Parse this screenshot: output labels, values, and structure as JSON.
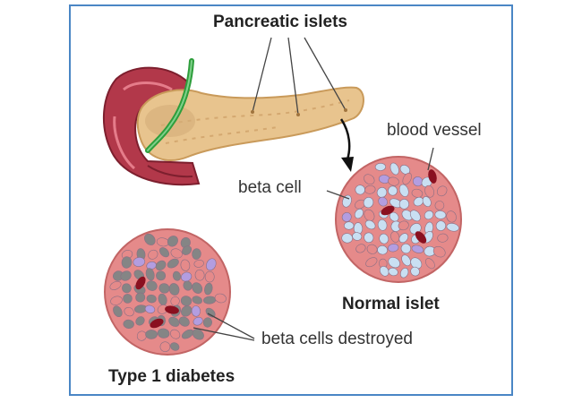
{
  "labels": {
    "pancreatic_islets": "Pancreatic islets",
    "blood_vessel": "blood vessel",
    "beta_cell": "beta cell",
    "normal_islet": "Normal islet",
    "beta_cells_destroyed": "beta cells destroyed",
    "type1_diabetes": "Type 1 diabetes"
  },
  "colors": {
    "frame_border": "#4a86c5",
    "pancreas": "#e8c48e",
    "duodenum": "#b2384a",
    "duct": "#2e9e3c",
    "beta_cell": "#c9dff2",
    "alpha_cell": "#e58a8a",
    "delta_cell": "#b39de0",
    "destroyed_cell": "#858585",
    "blood_vessel": "#8a1020"
  },
  "icons": {
    "pointer_arrow": "curved-arrow-down"
  }
}
